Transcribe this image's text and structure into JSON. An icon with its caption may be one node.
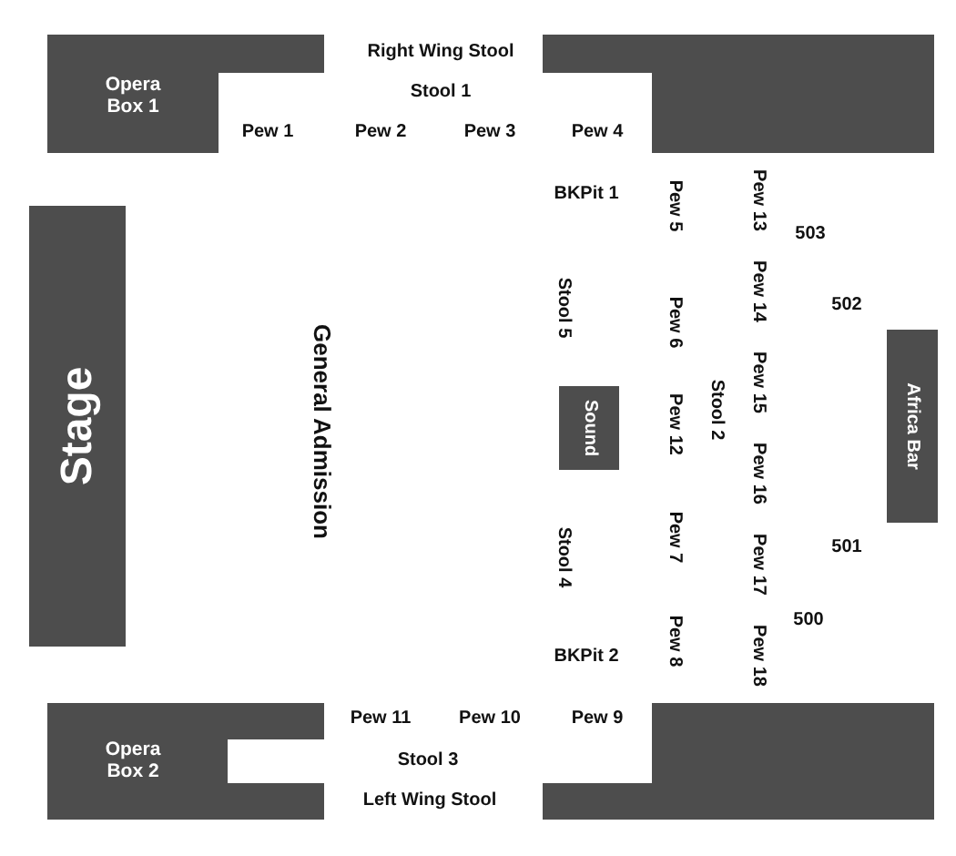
{
  "diagram": {
    "nodes": [
      {
        "text": [
          "Opera Box 1"
        ]
      },
      {
        "text": [],
        "shape": "box"
      },
      {
        "text": [
          "Stage"
        ]
      },
      {
        "text": [
          "Sound"
        ]
      },
      {
        "text": [
          "Africa Bar"
        ]
      },
      {
        "text": [
          "Opera Box 2"
        ]
      },
      {
        "text": [],
        "shape": "box"
      }
    ],
    "labels": [
      "Right Wing Stool",
      "Stool 1",
      "Pew 1",
      "Pew 2",
      "Pew 3",
      "Pew 4",
      "BKPit 1",
      "Pew 5",
      "Pew 13",
      "503",
      "502",
      "Stool 5",
      "Pew 6",
      "Pew 14",
      "General Admission",
      "Pew 15",
      "Pew 12",
      "Stool 2",
      "Pew 16",
      "Pew 7",
      "501",
      "Stool 4",
      "Pew 17",
      "500",
      "BKPit 2",
      "Pew 8",
      "Pew 18",
      "Pew 11",
      "Pew 10",
      "Pew 9",
      "Stool 3",
      "Left Wing Stool"
    ]
  }
}
